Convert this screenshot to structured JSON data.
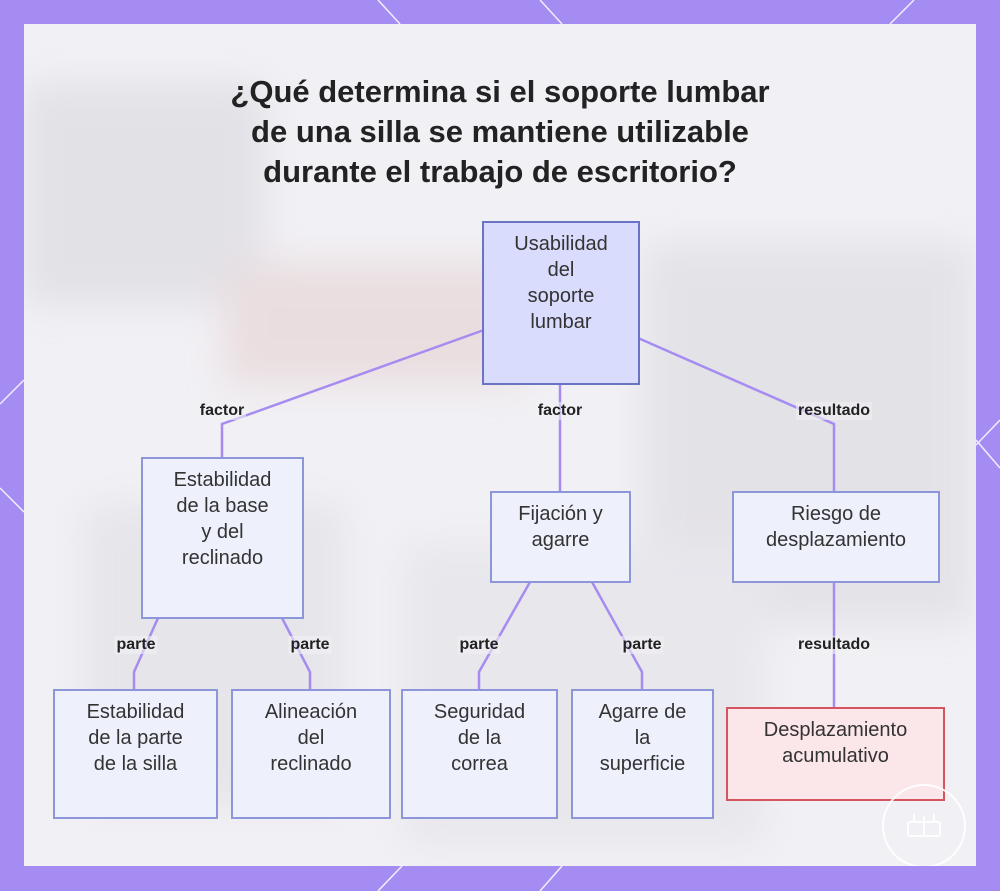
{
  "title": "¿Qué determina si el soporte lumbar\nde una silla se mantiene utilizable\ndurante el trabajo de escritorio?",
  "colors": {
    "frame": "#a48cf3",
    "node_fill": "#eef0fc",
    "node_border": "#8c96d9",
    "root_fill": "#d9dcfc",
    "root_border": "#6b74c4",
    "alert_fill": "#fbe6ea",
    "alert_border": "#d4545f",
    "edge": "#a68cf0"
  },
  "nodes": {
    "root": "Usabilidad\ndel\nsoporte\nlumbar",
    "base_stability": "Estabilidad\nde la base\ny del\nreclinado",
    "fixation": "Fijación y\nagarre",
    "displacement_risk": "Riesgo de\ndesplazamiento",
    "seat_stability": "Estabilidad\nde la parte\nde la silla",
    "recline_alignment": "Alineación\ndel\nreclinado",
    "strap_safety": "Seguridad\nde la\ncorrea",
    "surface_grip": "Agarre de\nla\nsuperficie",
    "cumulative_displacement": "Desplazamiento\nacumulativo"
  },
  "edges": {
    "root_to_base": "factor",
    "root_to_fixation": "factor",
    "root_to_risk": "resultado",
    "base_to_seat": "parte",
    "base_to_recline": "parte",
    "fixation_to_strap": "parte",
    "fixation_to_grip": "parte",
    "risk_to_cumulative": "resultado"
  },
  "watermark_icon": "logo-seal-icon"
}
